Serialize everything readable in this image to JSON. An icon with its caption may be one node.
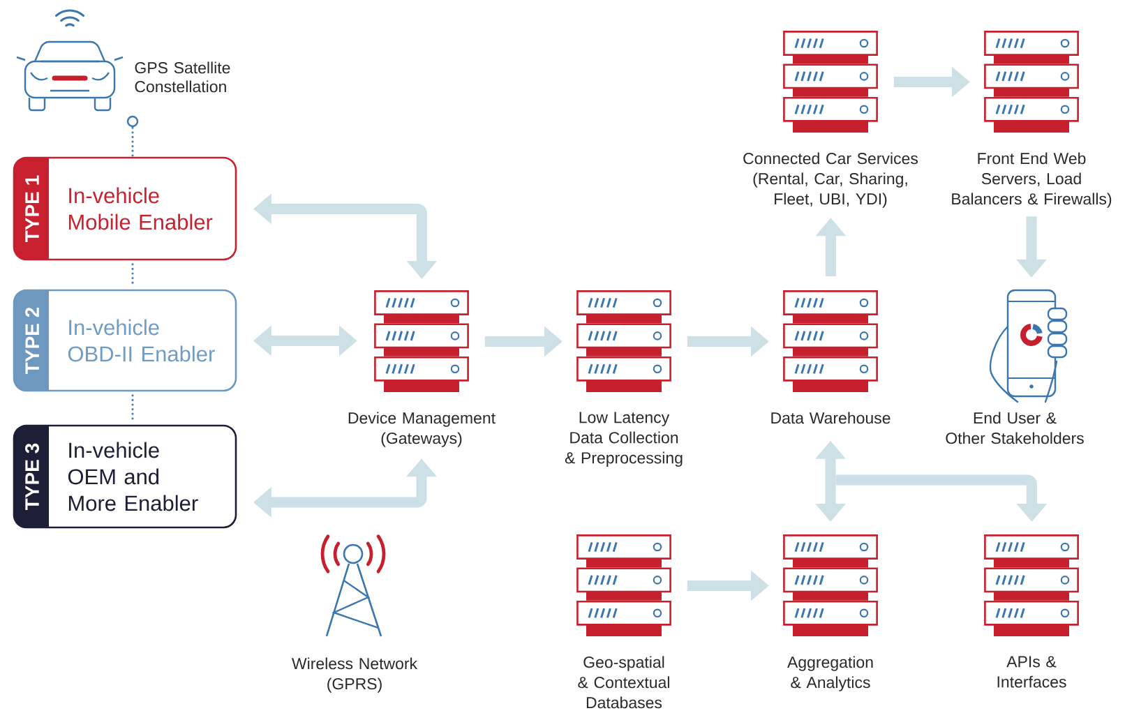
{
  "diagram": {
    "nodes": [
      {
        "text": [],
        "shape": "circle",
        "beside": [
          "GPS Satellite Constellation"
        ]
      },
      {
        "text": [
          "TYPE 1",
          "In-vehicle Mobile Enabler"
        ]
      },
      {
        "text": [
          "TYPE 2",
          "In-vehicle OBD-II Enabler"
        ]
      },
      {
        "text": [
          "TYPE 3",
          "In-vehicle OEM and More Enabler"
        ]
      },
      {
        "text": [
          "Connected Car Services (Rental, Car, Sharing, Fleet, UBI, YDI)"
        ]
      },
      {
        "text": [
          "Front End Web Servers, Load Balancers & Firewalls)"
        ]
      },
      {
        "text": [
          "Device Management (Gateways)"
        ]
      },
      {
        "text": [
          "Low Latency Data Collection & Preprocessing"
        ]
      },
      {
        "text": [
          "Data Warehouse"
        ]
      },
      {
        "text": [
          "End User & Other Stakeholders"
        ]
      },
      {
        "text": [
          "Wireless Network (GPRS)"
        ]
      },
      {
        "text": [
          "Geo-spatial & Contextual Databases"
        ]
      },
      {
        "text": [
          "Aggregation & Analytics"
        ]
      },
      {
        "text": [
          "APIs & Interfaces"
        ]
      }
    ],
    "edges": [
      {
        "from": 0,
        "to": 1,
        "arrow": "none",
        "style": "dashed",
        "color": "#4a80b2"
      },
      {
        "from": 1,
        "to": 2,
        "arrow": "none",
        "style": "dashed",
        "color": "#4a80b2"
      },
      {
        "from": 2,
        "to": 3,
        "arrow": "none",
        "style": "dashed",
        "color": "#4a80b2"
      },
      {
        "from": 1,
        "to": 6,
        "arrow": "both"
      },
      {
        "from": 2,
        "to": 6,
        "arrow": "both"
      },
      {
        "from": 3,
        "to": 6,
        "arrow": "both"
      },
      {
        "from": 6,
        "to": 7,
        "arrow": "to"
      },
      {
        "from": 7,
        "to": 8,
        "arrow": "to"
      },
      {
        "from": 8,
        "to": 4,
        "arrow": "to"
      },
      {
        "from": 4,
        "to": 5,
        "arrow": "to"
      },
      {
        "from": 5,
        "to": 9,
        "arrow": "to"
      },
      {
        "from": 11,
        "to": 12,
        "arrow": "to"
      },
      {
        "from": 8,
        "to": 12,
        "arrow": "both"
      },
      {
        "from": 8,
        "to": 13,
        "arrow": "both"
      }
    ]
  }
}
